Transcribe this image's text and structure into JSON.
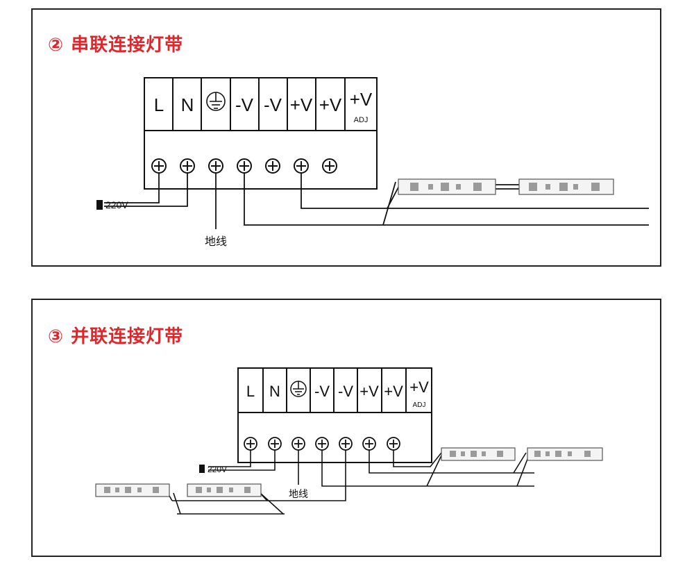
{
  "colors": {
    "title": "#e0262a",
    "line": "#111111",
    "strip": "#f4f4f4",
    "led": "#9a9a9a"
  },
  "panels": [
    {
      "title": "② 串联连接灯带",
      "terminal_labels": [
        "L",
        "N",
        "⏚",
        "-V",
        "-V",
        "+V",
        "+V",
        "+V"
      ],
      "adj_label": "ADJ",
      "source_label": "220V",
      "ground_label": "地线"
    },
    {
      "title": "③ 并联连接灯带",
      "terminal_labels": [
        "L",
        "N",
        "⏚",
        "-V",
        "-V",
        "+V",
        "+V",
        "+V"
      ],
      "adj_label": "ADJ",
      "source_label": "220V",
      "ground_label": "地线"
    }
  ]
}
